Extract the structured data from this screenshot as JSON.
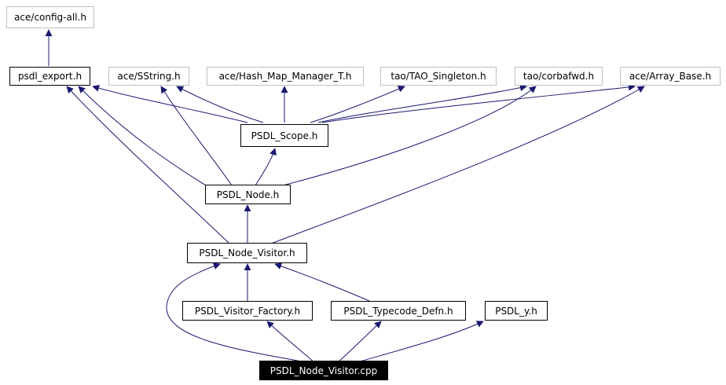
{
  "colors": {
    "edge": "#191970",
    "documented_border": "#000000",
    "undocumented_border": "#bfbfbf",
    "root_fill": "#000000",
    "root_text": "#ffffff"
  },
  "nodes": {
    "config_all": {
      "label": "ace/config-all.h"
    },
    "psdl_export": {
      "label": "psdl_export.h"
    },
    "sstring": {
      "label": "ace/SString.h"
    },
    "hash_map": {
      "label": "ace/Hash_Map_Manager_T.h"
    },
    "tao_singleton": {
      "label": "tao/TAO_Singleton.h"
    },
    "corbafwd": {
      "label": "tao/corbafwd.h"
    },
    "array_base": {
      "label": "ace/Array_Base.h"
    },
    "psdl_scope": {
      "label": "PSDL_Scope.h"
    },
    "psdl_node": {
      "label": "PSDL_Node.h"
    },
    "psdl_node_visitor": {
      "label": "PSDL_Node_Visitor.h"
    },
    "visitor_factory": {
      "label": "PSDL_Visitor_Factory.h"
    },
    "typecode_defn": {
      "label": "PSDL_Typecode_Defn.h"
    },
    "psdl_y": {
      "label": "PSDL_y.h"
    },
    "root": {
      "label": "PSDL_Node_Visitor.cpp"
    }
  }
}
